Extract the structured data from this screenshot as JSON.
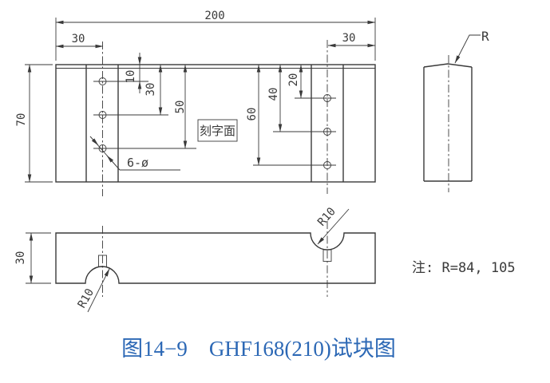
{
  "front_view": {
    "dims": {
      "total_width": "200",
      "left_offset": "30",
      "right_offset": "30",
      "height": "70",
      "left_hole1": "10",
      "left_hole2": "30",
      "left_hole3": "50",
      "right_hole1": "20",
      "right_hole2": "40",
      "right_hole3": "60"
    },
    "labels": {
      "engraving_face": "刻字面",
      "holes": "6-ø"
    }
  },
  "side_view": {
    "labels": {
      "radius": "R"
    }
  },
  "bottom_view": {
    "dims": {
      "thickness": "30"
    },
    "labels": {
      "notch_left_radius": "R10",
      "notch_right_radius": "R10"
    }
  },
  "note": "注: R=84, 105",
  "caption": "图14−9　GHF168(210)试块图",
  "colors": {
    "line": "#3a3a3a",
    "caption": "#2c68b5",
    "background": "#ffffff"
  }
}
